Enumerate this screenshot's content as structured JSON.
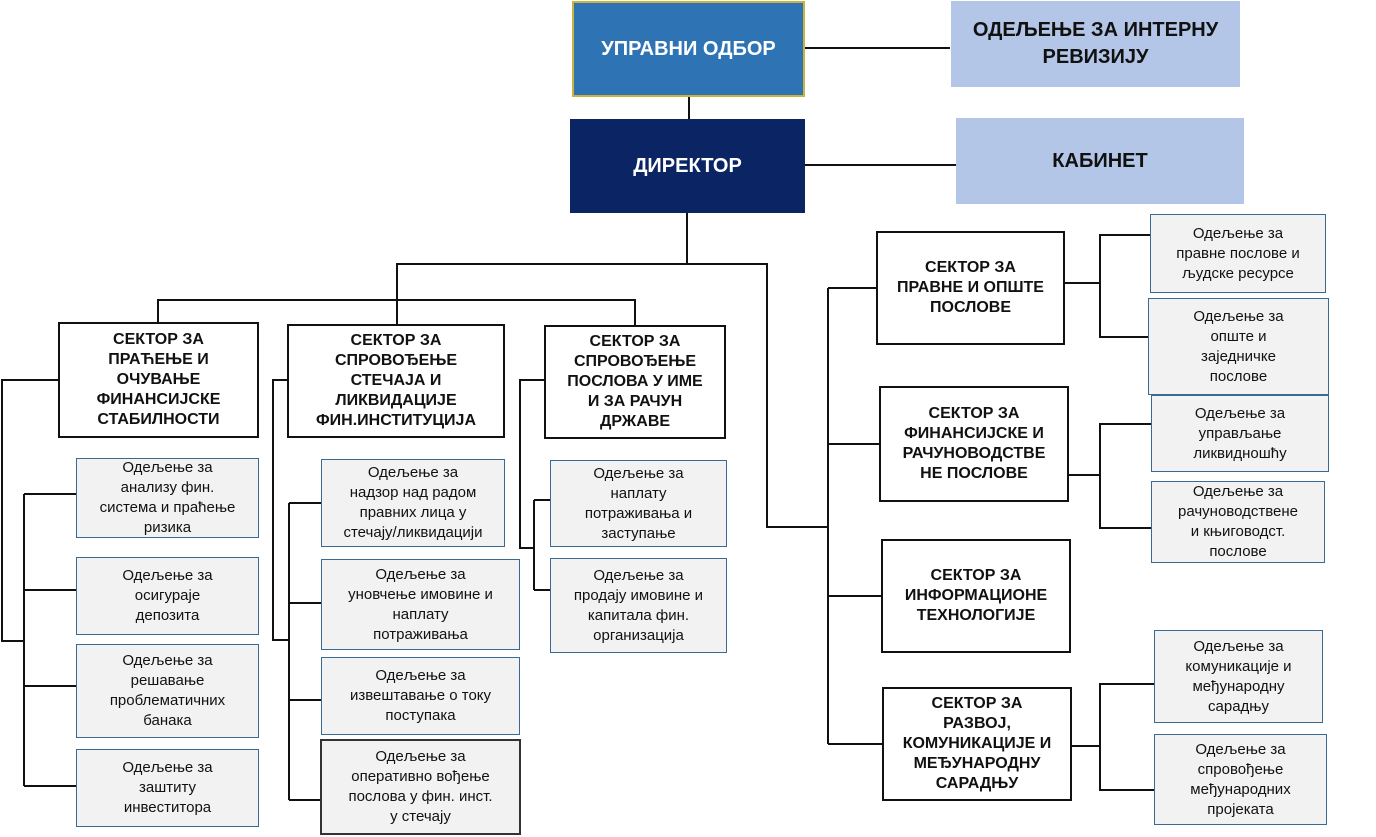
{
  "board": "УПРАВНИ ОДБОР",
  "internal_audit": "ОДЕЉЕЊЕ ЗА ИНТЕРНУ\nРЕВИЗИЈУ",
  "director": "ДИРЕКТОР",
  "cabinet": "КАБИНЕТ",
  "sectors": {
    "stability": {
      "title": "СЕКТОР ЗА\nПРАЋЕЊЕ И\nОЧУВАЊЕ\nФИНАНСИЈСКЕ\nСТАБИЛНОСТИ",
      "depts": [
        "Одељење за\nанализу фин.\nсистема и праћење\nризика",
        "Одељење за\nосигураје\nдепозита",
        "Одељење за\nрешавање\nпроблематичних\nбанака",
        "Одељење за\nзаштиту\nинвеститора"
      ]
    },
    "bankruptcy": {
      "title": "СЕКТОР ЗА\nСПРОВОЂЕЊЕ\nСТЕЧАЈА И\nЛИКВИДАЦИЈЕ\nФИН.ИНСТИТУЦИЈА",
      "depts": [
        "Одељење за\nнадзор над радом\nправних лица у\nстечају/ликвидацији",
        "Одељење за\nуновчење имовине и\nнаплату\nпотраживања",
        "Одељење за\nизвештавање о току\nпоступака",
        "Одељење за\nоперативно вођење\nпослова у фин. инст.\nу стечају"
      ]
    },
    "state": {
      "title": "СЕКТОР ЗА\nСПРОВОЂЕЊЕ\nПОСЛОВА У ИМЕ\nИ ЗА РАЧУН\nДРЖАВЕ",
      "depts": [
        "Одељење за\nнаплату\nпотраживања и\nзаступање",
        "Одељење за\nпродају имовине и\nкапитала фин.\nорганизација"
      ]
    },
    "legal": {
      "title": "СЕКТОР ЗА\nПРАВНЕ И ОПШТЕ\nПОСЛОВЕ",
      "depts": [
        "Одељење за\nправне послове и\nљудске ресурсе",
        "Одељење за\nопште и\nзаједничке\nпослове"
      ]
    },
    "finance": {
      "title": "СЕКТОР ЗА\nФИНАНСИЈСКЕ И\nРАЧУНОВОДСТВЕ\nНЕ ПОСЛОВЕ",
      "depts": [
        "Одељење за\nуправљање\nликвидношћу",
        "Одељење за\nрачуноводствене\nи књиговодст.\nпослове"
      ]
    },
    "it": {
      "title": "СЕКТОР ЗА\nИНФОРМАЦИОНЕ\nТЕХНОЛОГИЈЕ"
    },
    "development": {
      "title": "СЕКТОР ЗА\nРАЗВОЈ,\nКОМУНИКАЦИЈЕ И\nМЕЂУНАРОДНУ\nСАРАДЊУ",
      "depts": [
        "Одељење за\nкомуникације и\nмеђународну\nсарадњу",
        "Одељење за\nспровођење\nмеђународних\nпројеката"
      ]
    }
  }
}
